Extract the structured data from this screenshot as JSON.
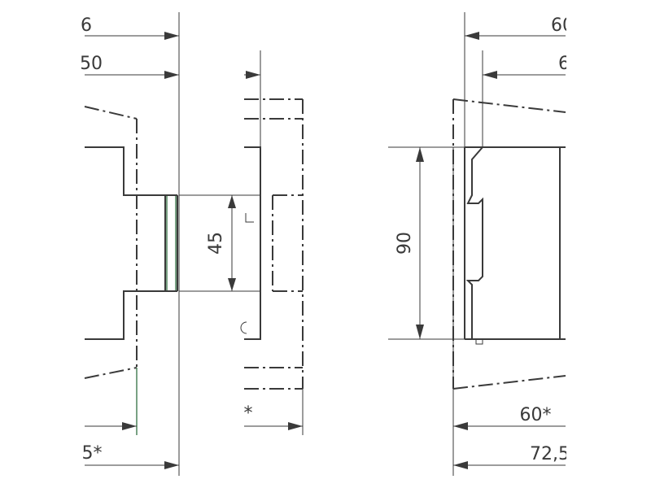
{
  "dimensions": {
    "top_left_1": "6",
    "top_left_2": "50",
    "height_front": "45",
    "height_side": "90",
    "bottom_left_mid": "*",
    "bottom_left": "5*",
    "top_right_1": "60",
    "top_right_2": "6",
    "bottom_right_1": "60*",
    "bottom_right_2": "72,5"
  },
  "symbols": {
    "square_symbol": "",
    "arc_symbol": ""
  }
}
